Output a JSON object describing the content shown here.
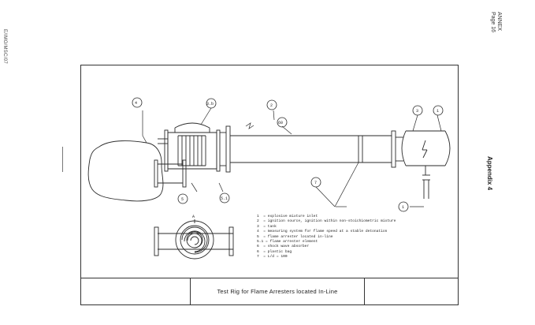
{
  "header": {
    "doc_code": "E/IMO/MSC/07",
    "annex_label": "ANNEX",
    "page_label": "Page 16",
    "appendix_label": "Appendix 4"
  },
  "figure": {
    "title": "Test Rig for Flame Arresters located In-Line",
    "view_label": "A",
    "callouts": {
      "c4": "4",
      "c3b": "3.b",
      "c2": "2",
      "c60": "60",
      "c3": "3",
      "c1": "1",
      "c5": "5",
      "c5_1": "5.1",
      "c7": "7",
      "c_lower_right": "1"
    },
    "legend": [
      {
        "num": "1",
        "text": "= explosive mixture inlet"
      },
      {
        "num": "2",
        "text": "= ignition source, ignition within non-stoichiometric mixture"
      },
      {
        "num": "3",
        "text": "= tank"
      },
      {
        "num": "4",
        "text": "= measuring system for flame speed at a stable detonation"
      },
      {
        "num": "5",
        "text": "= flame arrester located in-line"
      },
      {
        "num": "5.1",
        "text": "= flame arrester element"
      },
      {
        "num": "6",
        "text": "= shock wave absorber"
      },
      {
        "num": "6",
        "text": "= plastic bag"
      },
      {
        "num": "7",
        "text": "= L/d = 100"
      }
    ]
  }
}
